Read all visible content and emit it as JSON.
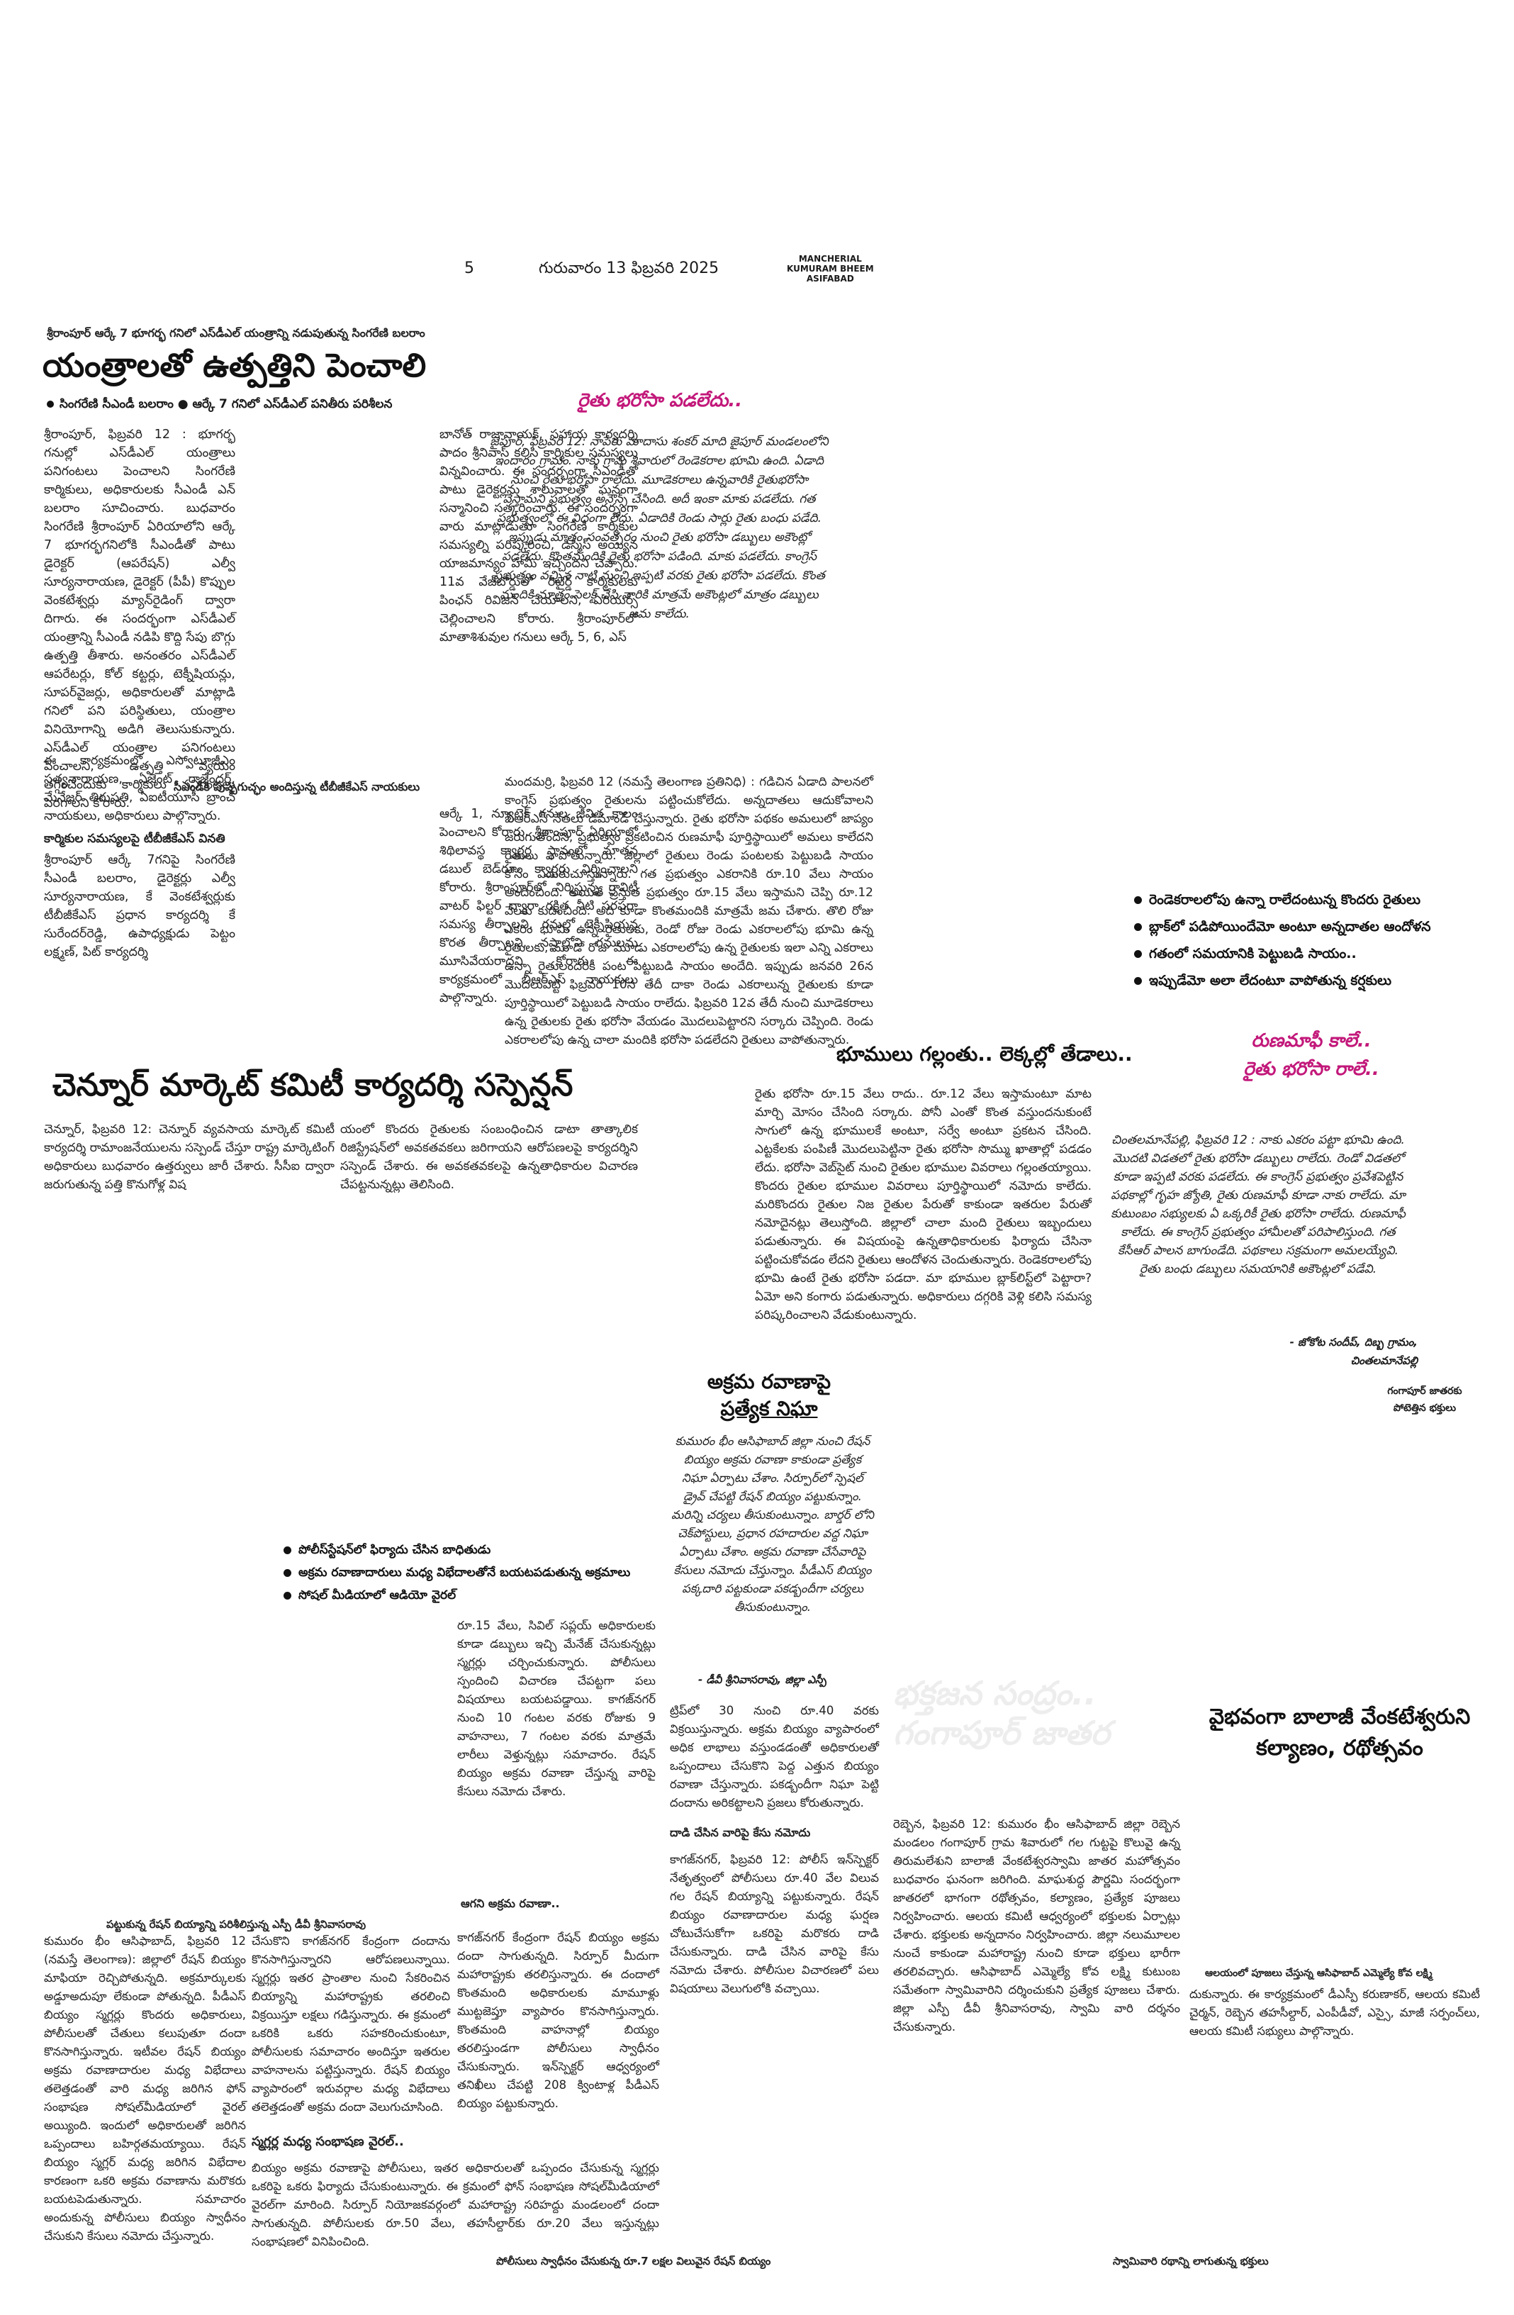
{
  "masthead": {
    "page_number": "5",
    "date_line": "గురువారం 13 ఫిబ్రవరి 2025",
    "edition": [
      "MANCHERIAL",
      "KUMURAM BHEEM",
      "ASIFABAD"
    ]
  },
  "story1": {
    "kicker": "శ్రీరాంపూర్ ఆర్కే 7 భూగర్భ గనిలో ఎస్‌డీఎల్ యంత్రాన్ని నడుపుతున్న సింగరేణి బలరాం",
    "headline": "యంత్రాలతో ఉత్పత్తిని పెంచాలి",
    "deck": "సింగరేణి సీఎండీ బలరాం  ●  ఆర్కే 7 గనిలో ఎస్‌డీఎల్ పనితీరు పరిశీలన",
    "col1": "శ్రీరాంపూర్, ఫిబ్రవరి 12 : భూగర్భ గనుల్లో ఎస్‌డీఎల్ యంత్రాలు పనిగంటలు పెంచాలని సింగరేణి కార్మికులు, అధికారులకు సీఎండీ ఎన్ బలరాం సూచించారు. బుధవారం సింగరేణి శ్రీరాంపూర్ ఏరియాలోని ఆర్కే 7 భూగర్భగనిలోకి సీఎండీతో పాటు డైరెక్టర్ (ఆపరేషన్) ఎల్వీ సూర్యనారాయణ, డైరెక్టర్ (పీపీ) కొప్పుల వెంకటేశ్వర్లు మ్యాన్‌రైడింగ్ ద్వారా దిగారు. ఈ సందర్భంగా ఎస్‌డీఎల్ యంత్రాన్ని సీఎండీ నడిపి కొద్ది సేపు బొగ్గు ఉత్పత్తి తీశారు. అనంతరం ఎస్‌డీఎల్ ఆపరేటర్లు, కోల్ కట్టర్లు, టెక్నీషియన్లు, సూపర్‌వైజర్లు, అధికారులతో మాట్లాడి గనిలో పని పరిస్థితులు, యంత్రాల వినియోగాన్ని అడిగి తెలుసుకున్నారు. ఎస్‌డీఎల్ యంత్రాల పనిగంటలు పెంచాలని, ఉత్పత్తి వ్యయం తగ్గించేందుకు కార్మికులు పనిగంటలు పెరగాలని కోరారు.",
    "col2": "బానోత్ రాజానాయక్, సహాయ కార్యదర్శి పాదం శ్రీనివాస్ కలిసి కార్మికుల సమస్యలు విన్నవించారు. ఈ సందర్భంగా సీఎండీతో పాటు డైరెక్టర్లను శాలువాలతో ఘనంగా సన్మానించి సత్కరించారు. ఈ సందర్భంగా వారు మాట్లాడుతూ సింగరేణి కార్మికుల సమస్యల్ని పరిష్కరించి, డిస్మిస్ అయ్యిన యాజమాన్యం హామీ ఇచ్చిందని చెప్పారు. 11వ వేజ్‌బోర్డులో రిటైర్డ్ కార్మికులకు పింఛన్ రివిజన్ చేయాలని, ఏరియర్స్ చెల్లించాలని కోరారు. శ్రీరాంపూర్‌లో మాతాశిశువుల గనులు ఆర్కే 5, 6, ఎస్",
    "col1_cont": "ఈ కార్యక్రమంలో ఎస్వోటూజీఎం సత్యనారాయణ, ఏజెంట్ రాజేందర్, మేనేజర్ తిరుపతి, ఏఐటీయూసీ బ్రాంచ్ నాయకులు, అధికారులు పాల్గొన్నారు.",
    "sub_a": "కార్మికుల సమస్యలపై టీబీజీకేఎస్ వినతి",
    "col1_cont2": "శ్రీరాంపూర్ ఆర్కే 7గనిపై సింగరేణి సీఎండీ బలరాం, డైరెక్టర్లు ఎల్వీ సూర్యనారాయణ, కే వెంకటేశ్వర్లుకు టీబీజీకేఎస్ ప్రధాన కార్యదర్శి కే సురేందర్‌రెడ్డి, ఉపాధ్యక్షుడు పెట్టం లక్ష్మణ్, పిట్ కార్యదర్శి",
    "sub_b": "సీఎండీకి పుష్పగుచ్ఛం అందిస్తున్న టీబీజీకేఎస్ నాయకులు",
    "col2_cont": "ఆర్కే 1, న్యూటెక్ గనుల జీవిత కాలం పెంచాలని కోరారు. శ్రీరాంపూర్ ఏరియాలో శిథిలావస్థ క్వార్టర్ల స్థానంలో నూతన డబుల్ బెడ్‌రూం క్వార్టర్లు నిర్మించాలని కోరారు. శ్రీరాంపూర్‌లో నిర్మిస్తున్న గ్రావిటీ వాటర్ ఫిల్టర్ ద్వారా రక్షిత నీటి సరఫరా సమస్య తీర్చాలని, గనుల్లో టెక్నీషియన్ల కొరత తీర్చాలని, నష్టాల్లోని గనులను మూసివేయరాదని కోరారు. ఈ కార్యక్రమంలో బీఆర్ఎస్ నాయకులు పాల్గొన్నారు."
  },
  "story2": {
    "headline": "చెన్నూర్ మార్కెట్ కమిటీ కార్యదర్శి సస్పెన్షన్",
    "col1": "చెన్నూర్, ఫిబ్రవరి 12: చెన్నూర్ వ్యవసాయ మార్కెట్ కమిటీ కార్యదర్శి రామాంజనేయులను సస్పెండ్ చేస్తూ రాష్ట్ర మార్కెటింగ్ అధికారులు బుధవారం ఉత్తర్వులు జారీ చేశారు. సీసీఐ ద్వారా జరుగుతున్న పత్తి కొనుగోళ్ల విష",
    "col2": "యంలో కొందరు రైతులకు సంబంధించిన డాటా తాత్కాలిక రిజిస్ట్రేషన్‌లో అవకతవకలు జరిగాయని ఆరోపణలపై కార్యదర్శిని సస్పెండ్ చేశారు. ఈ అవకతవకలపై ఉన్నతాధికారుల విచారణ చేపట్టనున్నట్లు తెలిసింది."
  },
  "story3": {
    "label": "రైతు భరోసా పడలేదు..",
    "body": "జైపూర్, ఫిబ్రవరి 12: నాపేరు మాదాసు శంకర్ మాది జైపూర్ మండలంలోని ఇందారం గ్రామం. నాకు గ్రామ శివారులో రెండెకరాల భూమి ఉంది. ఏడాది నుంచి రైతు భరోసా రాలేదు. మూడెకరాలు ఉన్నవారికి రైతుభరోసా వేస్తామని ప్రభుత్వం అనౌన్స్ చేసింది. అదీ ఇంకా మాకు పడలేదు. గత ప్రభుత్వంలో ఈ విధంగా లేదు. ఏడాదికి రెండు సార్లు రైతు బంధు పడేది. ఇప్పుడు మాత్రం సంవత్సరం నుంచి రైతు భరోసా డబ్బులు అకౌంట్లో పడలేదు. కొంతమందికి రైతు భరోసా పడింది. మాకు పడలేదు. కాంగ్రెస్ ప్రభుత్వం వచ్చిన నాటి నుంచి ఇప్పటి వరకు రైతు భరోసా పడలేదు. కొంత మందికి మాత్రం సెలక్ట్ చేసి వారికి మాత్రమే అకౌంట్లలో మాత్రం డబ్బులు జమ కాలేదు."
  },
  "story4": {
    "body": "మందమర్రి, ఫిబ్రవరి 12 (నమస్తే తెలంగాణ ప్రతినిధి) : గడిచిన ఏడాది పాలనలో కాంగ్రెస్ ప్రభుత్వం రైతులను పట్టించుకోలేదు. అన్నదాతలు ఆదుకోవాలని బీఆర్ఎస్ నేతలు డిమాండ్ చేస్తున్నారు. రైతు భరోసా పథకం అమలులో జాప్యం జరుగుతోందని, ప్రభుత్వం ప్రకటించిన రుణమాఫీ పూర్తిస్థాయిలో అమలు కాలేదని రైతులు వాపోతున్నారు. జిల్లాలో రైతులు రెండు పంటలకు పెట్టుబడి సాయం కోసం ఎదురుచూస్తున్నారు. గత ప్రభుత్వం ఎకరానికి రూ.10 వేలు సాయం అందించింది. అయితే ప్రస్తుత ప్రభుత్వం రూ.15 వేలు ఇస్తామని చెప్పి రూ.12 వేలకు కుదించింది. అది కూడా కొంతమందికి మాత్రమే జమ చేశారు. తొలి రోజు ఎకరం భూమి ఉన్న రైతులకు, రెండో రోజు రెండు ఎకరాలలోపు భూమి ఉన్న రైతులకు, మూడో రోజు మూడు ఎకరాలలోపు ఉన్న రైతులకు ఇలా ఎన్ని ఎకరాలు ఉన్నా రైతులందరికీ పంట పెట్టుబడి సాయం అందేది. ఇప్పుడు జనవరి 26న మొదలుపెట్టి ఫిబ్రవరి 10న తేదీ దాకా రెండు ఎకరాలున్న రైతులకు కూడా పూర్తిస్థాయిలో పెట్టుబడి సాయం రాలేదు. ఫిబ్రవరి 12వ తేదీ నుంచి మూడెకరాలు ఉన్న రైతులకు రైతు భరోసా వేయడం మొదలుపెట్టారని సర్కారు చెప్పింది. రెండు ఎకరాలలోపు ఉన్న చాలా మందికి భరోసా పడలేదని రైతులు వాపోతున్నారు."
  },
  "bullets_right": [
    "రెండెకరాలలోపు ఉన్నా రాలేదంటున్న కొందరు రైతులు",
    "బ్లాక్‌లో పడిపోయిందేమో అంటూ అన్నదాతల ఆందోళన",
    "గతంలో సమయానికి పెట్టుబడి సాయం..",
    "ఇప్పుడేమో అలా లేదంటూ వాపోతున్న కర్షకులు"
  ],
  "story5": {
    "headline": "భూములు గల్లంతు.. లెక్కల్లో తేడాలు..",
    "body": "రైతు భరోసా రూ.15 వేలు రాదు.. రూ.12 వేలు ఇస్తామంటూ మాట మార్చి మోసం చేసింది సర్కారు. పోనీ ఎంతో కొంత వస్తుందనుకుంటే సాగులో ఉన్న భూములకే అంటూ, సర్వే అంటూ ప్రకటన చేసింది. ఎట్టకేలకు పంపిణీ మొదలుపెట్టినా రైతు భరోసా సొమ్ము ఖాతాల్లో పడడం లేదు. భరోసా వెబ్‌సైట్ నుంచి రైతుల భూముల వివరాలు గల్లంతయ్యాయి. కొందరు రైతుల భూముల వివరాలు పూర్తిస్థాయిలో నమోదు కాలేదు. మరికొందరు రైతుల నిజ రైతుల పేరుతో కాకుండా ఇతరుల పేరుతో నమోదైనట్లు తెలుస్తోంది. జిల్లాలో చాలా మంది రైతులు ఇబ్బందులు పడుతున్నారు. ఈ విషయంపై ఉన్నతాధికారులకు ఫిర్యాదు చేసినా పట్టించుకోవడం లేదని రైతులు ఆందోళన చెందుతున్నారు. రెండెకరాలలోపు భూమి ఉంటే రైతు భరోసా పడదా. మా భూముల బ్లాక్‌లిస్ట్‌లో పెట్టారా? ఏమో అని కంగారు పడుతున్నారు. అధికారులు దగ్గరికి వెళ్లి కలిసి సమస్య పరిష్కరించాలని వేడుకుంటున్నారు."
  },
  "story6": {
    "label_1": "రుణమాఫీ కాలే..",
    "label_2": "రైతు భరోసా రాలే..",
    "body": "చింతలమానేపల్లి, ఫిబ్రవరి 12 : నాకు ఎకరం పట్టా భూమి ఉంది. మొదటి విడతలో రైతు భరోసా డబ్బులు రాలేదు. రెండో విడతలో కూడా ఇప్పటి వరకు పడలేదు. ఈ కాంగ్రెస్ ప్రభుత్వం ప్రవేశపెట్టిన పథకాల్లో గృహ జ్యోతి, రైతు రుణమాఫీ కూడా నాకు రాలేదు. మా కుటుంబం సభ్యులకు ఏ ఒక్కరికీ రైతు భరోసా రాలేదు. రుణమాఫీ కాలేదు. ఈ కాంగ్రెస్ ప్రభుత్వం హామీలతో పరిపాలిస్తుంది. గత కేసీఆర్ పాలన బాగుండేది. పథకాలు సక్రమంగా అమలయ్యేవి. రైతు బంధు డబ్బులు సమయానికి అకౌంట్లలో పడేవి.",
    "byline_name": "- జోకోట సందీప్, దిబ్బ గ్రామం,",
    "byline_place": "చింతలమానేపల్లి"
  },
  "story7": {
    "headline_1": "అక్రమ రవాణాపై",
    "headline_2": "ప్రత్యేక నిఘా",
    "body": "కుమురం భీం ఆసిఫాబాద్ జిల్లా నుంచి రేషన్ బియ్యం అక్రమ రవాణా కాకుండా ప్రత్యేక నిఘా ఏర్పాటు చేశాం. సిర్పూర్‌లో స్పెషల్ డ్రైవ్ చేపట్టి రేషన్ బియ్యం పట్టుకున్నాం. మరిన్ని చర్యలు తీసుకుంటున్నాం. బార్డర్ లోని చెక్‌పోస్టులు, ప్రధాన రహదారుల వద్ద నిఘా ఏర్పాటు చేశాం. అక్రమ రవాణా చేసేవారిపై కేసులు నమోదు చేస్తున్నాం. పీడీఎస్ బియ్యం పక్కదారి పట్టకుండా పకడ్బందీగా చర్యలు తీసుకుంటున్నాం.",
    "byline": "- డీవీ శ్రీనివాసరావు, జిల్లా ఎస్పీ"
  },
  "bullets_mid": [
    "పోలీస్‌స్టేషన్‌లో ఫిర్యాదు చేసిన బాధితుడు",
    "అక్రమ రవాణాదారులు మధ్య విభేదాలతోనే బయటపడుతున్న అక్రమాలు",
    "సోషల్ మీడియాలో ఆడియో వైరల్"
  ],
  "story8": {
    "col_mid": "రూ.15 వేలు, సివిల్ సప్లయ్ అధికారులకు కూడా డబ్బులు ఇచ్చి మేనేజ్ చేసుకున్నట్లు స్మగ్లర్లు చర్చించుకున్నారు. పోలీసులు స్పందించి విచారణ చేపట్టగా పలు విషయాలు బయటపడ్డాయి. కాగజ్‌నగర్ నుంచి 10 గంటల వరకు రోజుకు 9 వాహనాలు, 7 గంటల వరకు మాత్రమే లారీలు వెళ్తున్నట్లు సమాచారం. రేషన్ బియ్యం అక్రమ రవాణా చేస్తున్న వారిపై కేసులు నమోదు చేశారు.",
    "photo_caption": "పట్టుకున్న రేషన్ బియ్యాన్ని పరిశీలిస్తున్న ఎస్పీ డీవీ శ్రీనివాసరావు",
    "col_a": "కుమురం భీం ఆసిఫాబాద్, ఫిబ్రవరి 12 (నమస్తే తెలంగాణ): జిల్లాలో రేషన్ బియ్యం మాఫియా రెచ్చిపోతున్నది. అక్రమార్కులకు అడ్డూఅదుపూ లేకుండా పోతున్నది. పీడీఎస్ బియ్యం స్మగ్లర్లు కొందరు అధికారులు, పోలీసులతో చేతులు కలుపుతూ దందా కొనసాగిస్తున్నారు. ఇటీవల రేషన్ బియ్యం అక్రమ రవాణాదారుల మధ్య విభేదాలు తలెత్తడంతో వారి మధ్య జరిగిన ఫోన్ సంభాషణ సోషల్‌మీడియాలో వైరల్ అయ్యింది. ఇందులో అధికారులతో జరిగిన ఒప్పందాలు బహిర్గతమయ్యాయి. రేషన్ బియ్యం స్మగ్లర్ మధ్య జరిగిన విభేదాల కారణంగా ఒకరి అక్రమ రవాణాను మరొకరు బయటపెడుతున్నారు. సమాచారం అందుకున్న పోలీసులు బియ్యం స్వాధీనం చేసుకుని కేసులు నమోదు చేస్తున్నారు.",
    "col_b": "చేసుకొని కాగజ్‌నగర్ కేంద్రంగా దందాను కొనసాగిస్తున్నారని ఆరోపణలున్నాయి. స్మగ్లర్లు ఇతర ప్రాంతాల నుంచి సేకరించిన బియ్యాన్ని మహారాష్ట్రకు తరలించి విక్రయిస్తూ లక్షలు గడిస్తున్నారు. ఈ క్రమంలో ఒకరికి ఒకరు సహకరించుకుంటూ, పోలీసులకు సమాచారం అందిస్తూ ఇతరుల వాహనాలను పట్టిస్తున్నారు. రేషన్ బియ్యం వ్యాపారంలో ఇరువర్గాల మధ్య విభేదాలు తలెత్తడంతో అక్రమ దందా వెలుగుచూసింది.",
    "col_c": "కాగజ్‌నగర్ కేంద్రంగా రేషన్ బియ్యం అక్రమ దందా సాగుతున్నది. సిర్పూర్ మీదుగా మహారాష్ట్రకు తరలిస్తున్నారు. ఈ దందాలో కొంతమంది అధికారులకు మామూళ్లు ముట్టజెప్తూ వ్యాపారం కొనసాగిస్తున్నారు. కొంతమంది వాహనాల్లో బియ్యం తరలిస్తుండగా పోలీసులు స్వాధీనం చేసుకున్నారు. ఇన్‌స్పెక్టర్ ఆధ్వర్యంలో తనిఖీలు చేపట్టి 208 క్వింటాళ్ల పీడీఎస్ బియ్యం పట్టుకున్నారు.",
    "sub_1": "ఆగని అక్రమ రవాణా..",
    "sub_2": "స్మగ్లర్ల మధ్య సంభాషణ వైరల్..",
    "col_d": "బియ్యం అక్రమ రవాణాపై పోలీసులు, ఇతర అధికారులతో ఒప్పందం చేసుకున్న స్మగ్లర్లు ఒకరిపై ఒకరు ఫిర్యాదు చేసుకుంటున్నారు. ఈ క్రమంలో ఫోన్ సంభాషణ సోషల్‌మీడియాలో వైరల్‌గా మారింది. సిర్పూర్ నియోజకవర్గంలో మహారాష్ట్ర సరిహద్దు మండలంలో దందా సాగుతున్నది. పోలీసులకు రూ.50 వేలు, తహసీల్దార్‌కు రూ.20 వేలు ఇస్తున్నట్లు సంభాషణలో వినిపించింది.",
    "col_e": "ట్రిప్‌లో 30 నుంచి రూ.40 వరకు విక్రయిస్తున్నారు. అక్రమ బియ్యం వ్యాపారంలో అధిక లాభాలు వస్తుండడంతో అధికారులతో ఒప్పందాలు చేసుకొని పెద్ద ఎత్తున బియ్యం రవాణా చేస్తున్నారు. పకడ్బందీగా నిఘా పెట్టి దందాను అరికట్టాలని ప్రజలు కోరుతున్నారు.",
    "sub_3": "దాడి చేసిన వారిపై కేసు నమోదు",
    "col_f": "కాగజ్‌నగర్, ఫిబ్రవరి 12: పోలీస్ ఇన్‌స్పెక్టర్ నేతృత్వంలో పోలీసులు రూ.40 వేల విలువ గల రేషన్ బియ్యాన్ని పట్టుకున్నారు. రేషన్ బియ్యం రవాణాదారుల మధ్య ఘర్షణ చోటుచేసుకోగా ఒకరిపై మరొకరు దాడి చేసుకున్నారు. దాడి చేసిన వారిపై కేసు నమోదు చేశారు. పోలీసుల విచారణలో పలు విషయాలు వెలుగులోకి వచ్చాయి.",
    "photo_bottom_caption": "పోలీసులు స్వాధీనం చేసుకున్న రూ.7 లక్షల విలువైన రేషన్ బియ్యం"
  },
  "story9": {
    "caption": "గంగాపూర్ జాతరకు పోటెత్తిన భక్తులు",
    "watermark_1": "భక్తజన సంద్రం..",
    "watermark_2": "గంగాపూర్ జాతర",
    "body": "రెబ్బెన, ఫిబ్రవరి 12: కుమురం భీం ఆసిఫాబాద్ జిల్లా రెబ్బెన మండలం గంగాపూర్ గ్రామ శివారులో గల గుట్టపై కొలువై ఉన్న తిరుమలేశుని బాలాజీ వేంకటేశ్వరస్వామి జాతర మహోత్సవం బుధవారం ఘనంగా జరిగింది. మాఘశుద్ధ పౌర్ణమి సందర్భంగా జాతరలో భాగంగా రథోత్సవం, కల్యాణం, ప్రత్యేక పూజలు నిర్వహించారు. ఆలయ కమిటీ ఆధ్వర్యంలో భక్తులకు ఏర్పాట్లు చేశారు. భక్తులకు అన్నదానం నిర్వహించారు. జిల్లా నలుమూలల నుంచే కాకుండా మహారాష్ట్ర నుంచి కూడా భక్తులు భారీగా తరలివచ్చారు. ఆసిఫాబాద్ ఎమ్మెల్యే కోవ లక్ష్మి కుటుంబ సమేతంగా స్వామివారిని దర్శించుకుని ప్రత్యేక పూజలు చేశారు. జిల్లా ఎస్పీ డీవీ శ్రీనివాసరావు, స్వామి వారి దర్శనం చేసుకున్నారు.",
    "headline_1": "వైభవంగా బాలాజీ వేంకటేశ్వరుని",
    "headline_2": "కల్యాణం, రథోత్సవం",
    "photo_caption": "ఆలయంలో పూజలు చేస్తున్న ఆసిఫాబాద్ ఎమ్మెల్యే కోవ లక్ష్మి",
    "body2": "దుకున్నారు. ఈ కార్యక్రమంలో డీఎస్పీ కరుణాకర్, ఆలయ కమిటీ చైర్మన్, రెబ్బెన తహసీల్దార్, ఎంపీడీవో, ఎస్సై, మాజీ సర్పంచ్‌లు, ఆలయ కమిటీ సభ్యులు పాల్గొన్నారు.",
    "bottom_caption": "స్వామివారి రథాన్ని లాగుతున్న భక్తులు"
  }
}
